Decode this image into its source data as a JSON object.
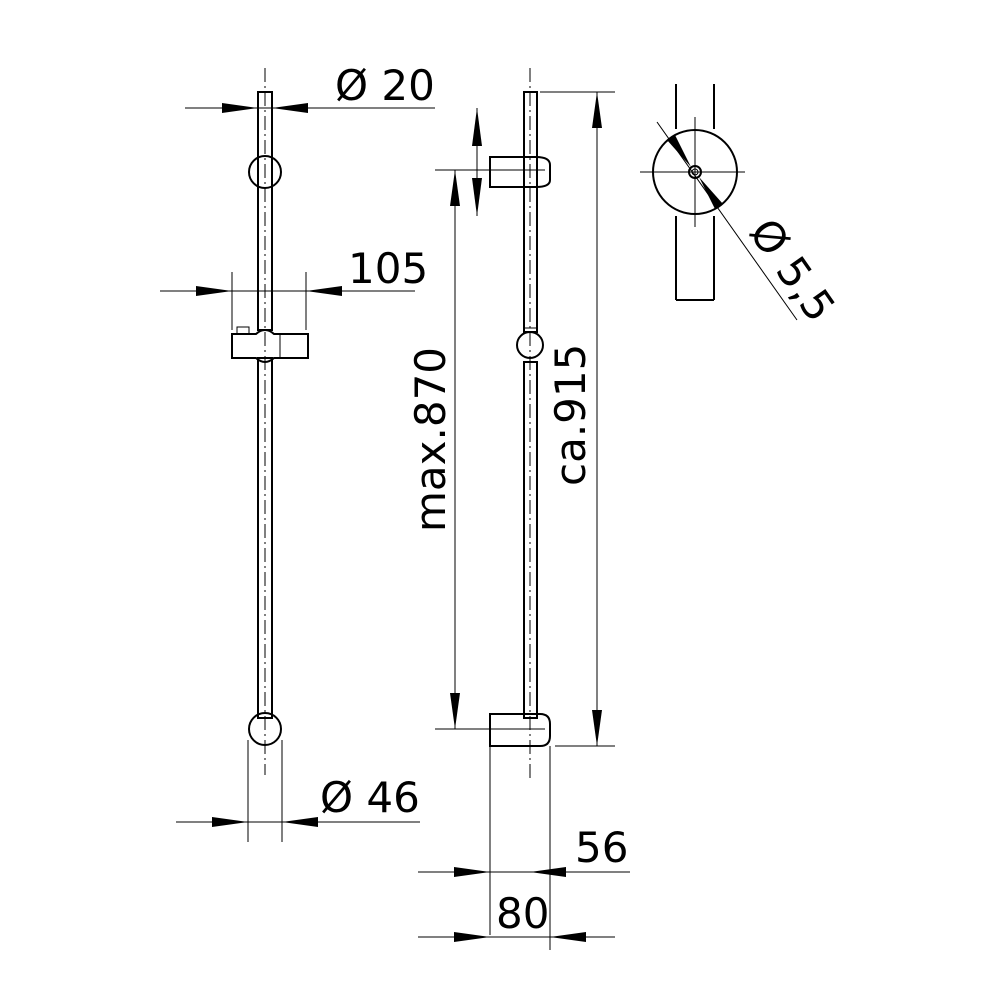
{
  "drawing": {
    "front_view": {
      "bar_diameter": "Ø 20",
      "slider_width": "105",
      "bracket_diameter": "Ø 46"
    },
    "side_view": {
      "max_length": "max.870",
      "total_length": "ca.915",
      "holder_depth": "56",
      "bracket_depth": "80"
    },
    "end_view": {
      "hole_diameter": "Ø 5,5"
    }
  }
}
